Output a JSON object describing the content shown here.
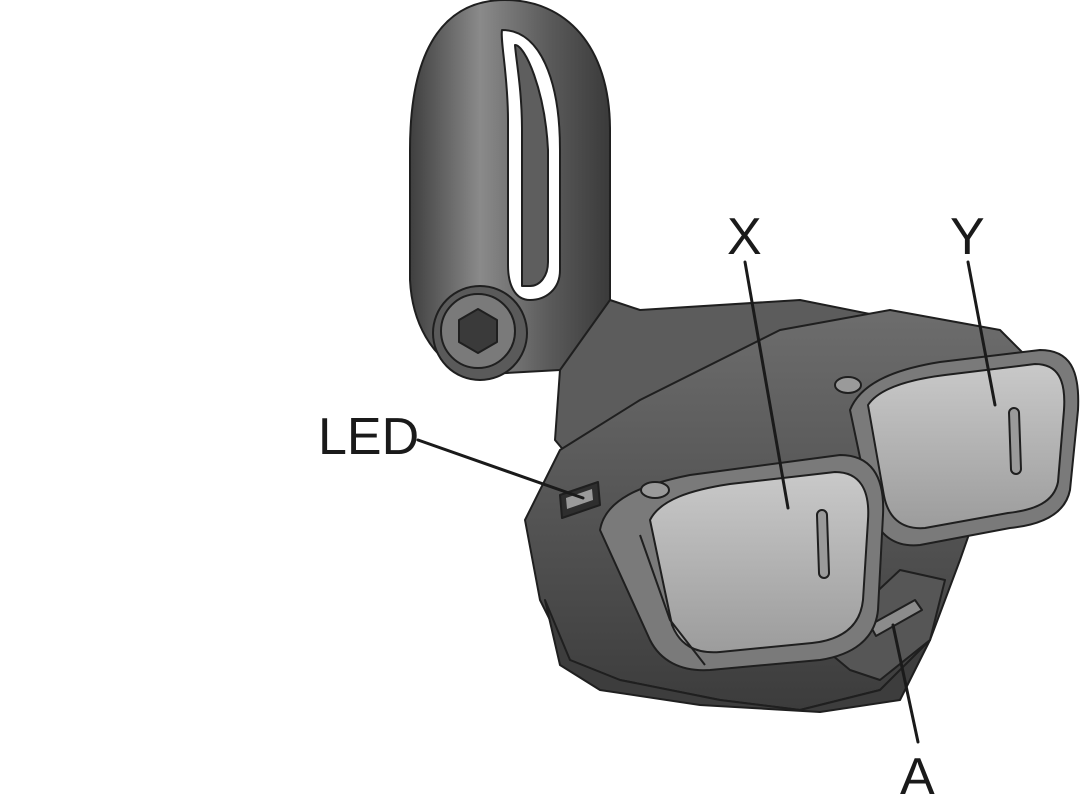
{
  "callouts": {
    "led": "LED",
    "x": "X",
    "y": "Y",
    "a": "A"
  },
  "colors": {
    "body_dark": "#4a4a4a",
    "body_mid": "#6b6b6b",
    "button_face": "#b9b9b9",
    "label": "#1a1a1a",
    "background": "#ffffff"
  }
}
